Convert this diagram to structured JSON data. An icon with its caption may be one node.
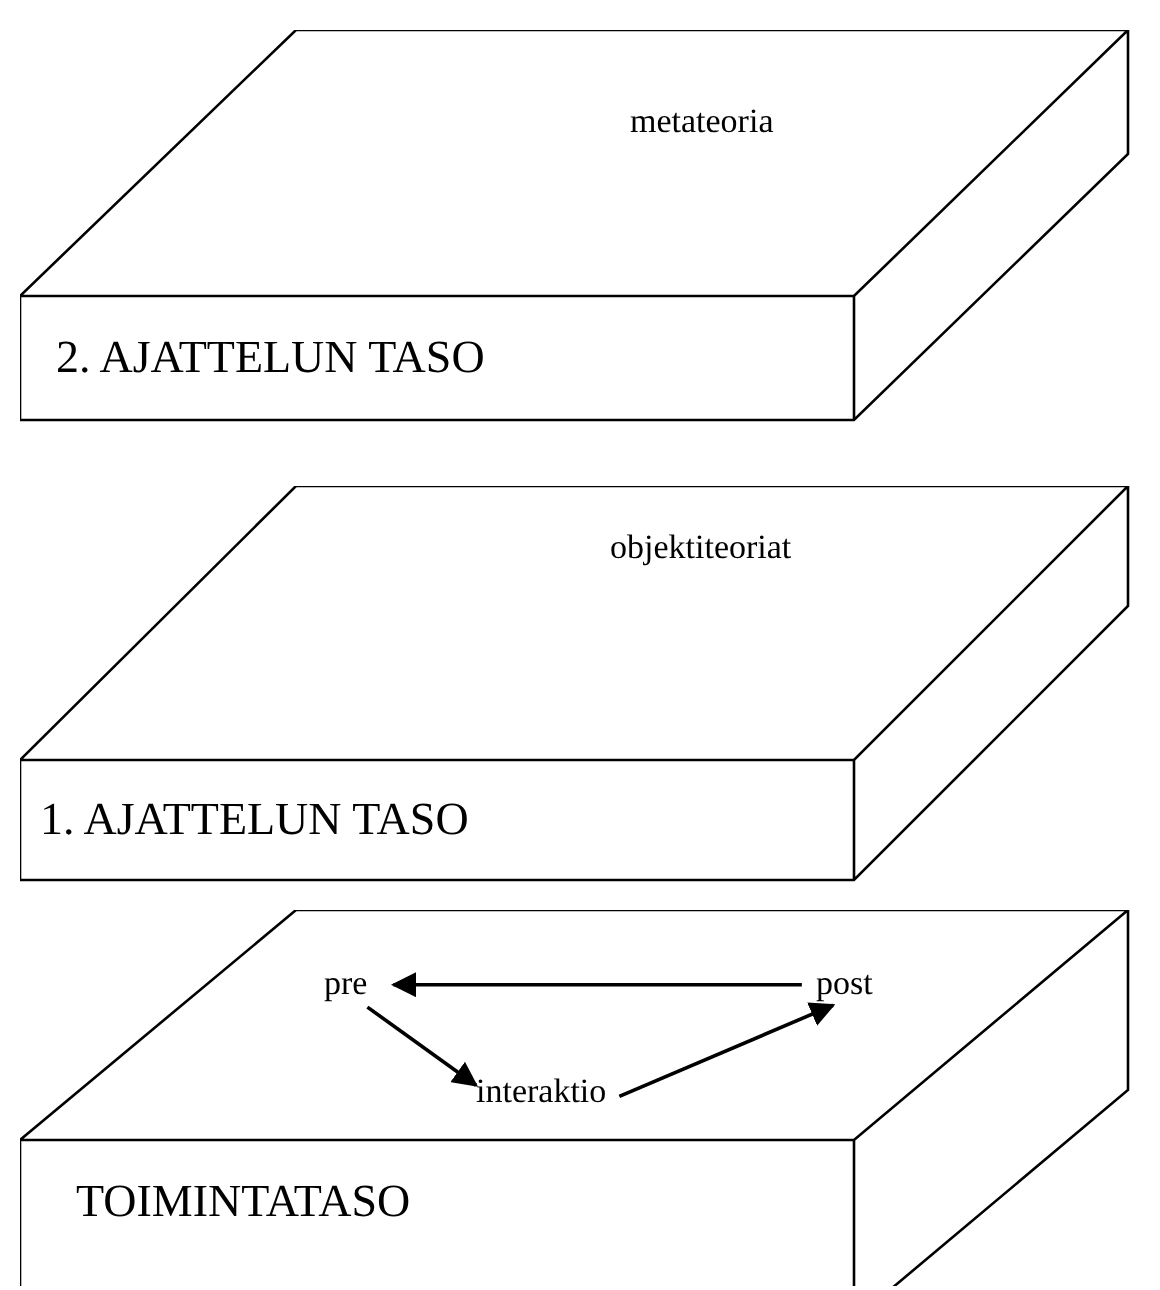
{
  "diagram": {
    "nodes": [
      {
        "text": [
          "metateoria",
          "2. AJATTELUN TASO"
        ]
      },
      {
        "text": [
          "objektiteoriat",
          "1. AJATTELUN TASO"
        ]
      },
      {
        "text": [
          "TOIMINTATASO"
        ]
      },
      {
        "text": [
          "pre"
        ],
        "in": 2
      },
      {
        "text": [
          "post"
        ],
        "in": 2
      },
      {
        "text": [
          "interaktio"
        ],
        "in": 2
      }
    ],
    "edges": [
      {
        "from": 4,
        "to": 3,
        "arrow": "to"
      },
      {
        "from": 3,
        "to": 5,
        "arrow": "to"
      },
      {
        "from": 5,
        "to": 4,
        "arrow": "to"
      }
    ]
  }
}
